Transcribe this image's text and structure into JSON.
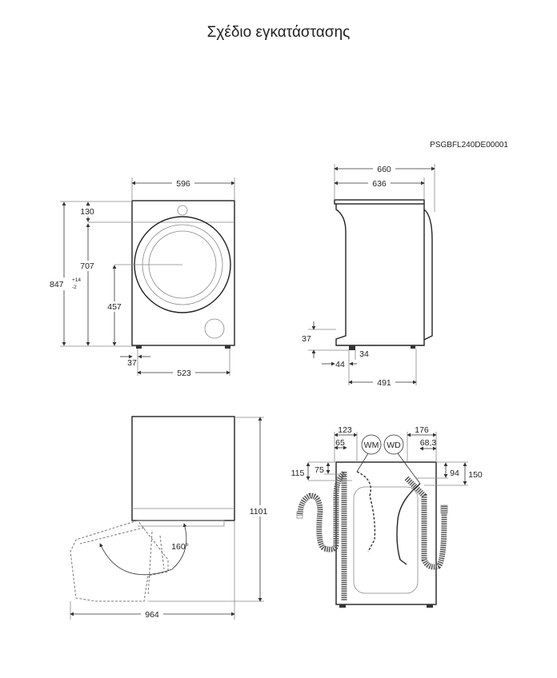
{
  "title": "Σχέδιο εγκατάστασης",
  "drawing_code": "PSGBFL240DE00001",
  "front_view": {
    "width": "596",
    "top_panel": "130",
    "door_height": "707",
    "center_height": "457",
    "total_height": "847",
    "tol_plus": "+14",
    "tol_minus": "-2",
    "foot_offset": "37",
    "foot_span": "523"
  },
  "side_view": {
    "depth_total": "660",
    "depth_body": "636",
    "foot_height": "37",
    "foot_offset": "44",
    "foot_width": "34",
    "foot_span": "491"
  },
  "door_view": {
    "height": "1101",
    "depth_open": "964",
    "angle": "160°"
  },
  "rear_view": {
    "d123": "123",
    "d65": "65",
    "wm": "WM",
    "wd": "WD",
    "d176": "176",
    "d68": "68,3",
    "d115": "115",
    "d75": "75",
    "d94": "94",
    "d150": "150"
  }
}
